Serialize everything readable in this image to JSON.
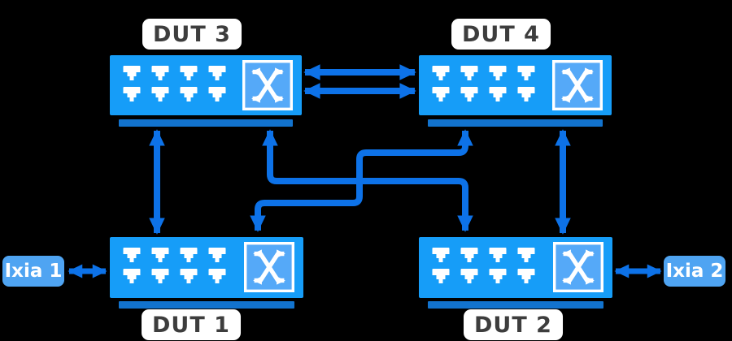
{
  "diagram": {
    "background_color": "#000000",
    "colors": {
      "switch_fill": "#169DF8",
      "switch_base_bar": "#1273CE",
      "arrow": "#0D72E8",
      "ixia_fill": "#4FA4F2",
      "fabric_icon_fill": "#55A9F8",
      "label_background": "#FFFFFF",
      "label_text": "#3D3D3D"
    },
    "nodes": [
      {
        "id": "dut3",
        "label": "DUT 3",
        "kind": "switch",
        "ports": 8,
        "label_position": "above"
      },
      {
        "id": "dut4",
        "label": "DUT 4",
        "kind": "switch",
        "ports": 8,
        "label_position": "above"
      },
      {
        "id": "dut1",
        "label": "DUT 1",
        "kind": "switch",
        "ports": 8,
        "label_position": "below"
      },
      {
        "id": "dut2",
        "label": "DUT 2",
        "kind": "switch",
        "ports": 8,
        "label_position": "below"
      },
      {
        "id": "ixia1",
        "label": "Ixia 1",
        "kind": "traffic-generator"
      },
      {
        "id": "ixia2",
        "label": "Ixia 2",
        "kind": "traffic-generator"
      }
    ],
    "links": [
      {
        "id": "dut3-dut4-a",
        "from": "dut3",
        "to": "dut4",
        "bidirectional": true
      },
      {
        "id": "dut3-dut4-b",
        "from": "dut3",
        "to": "dut4",
        "bidirectional": true
      },
      {
        "id": "dut3-dut1",
        "from": "dut3",
        "to": "dut1",
        "bidirectional": true
      },
      {
        "id": "dut4-dut2",
        "from": "dut4",
        "to": "dut2",
        "bidirectional": true
      },
      {
        "id": "dut3-dut2",
        "from": "dut3",
        "to": "dut2",
        "bidirectional": true
      },
      {
        "id": "dut4-dut1",
        "from": "dut4",
        "to": "dut1",
        "bidirectional": true
      },
      {
        "id": "ixia1-dut1",
        "from": "ixia1",
        "to": "dut1",
        "bidirectional": true
      },
      {
        "id": "ixia2-dut2",
        "from": "ixia2",
        "to": "dut2",
        "bidirectional": true
      }
    ]
  }
}
